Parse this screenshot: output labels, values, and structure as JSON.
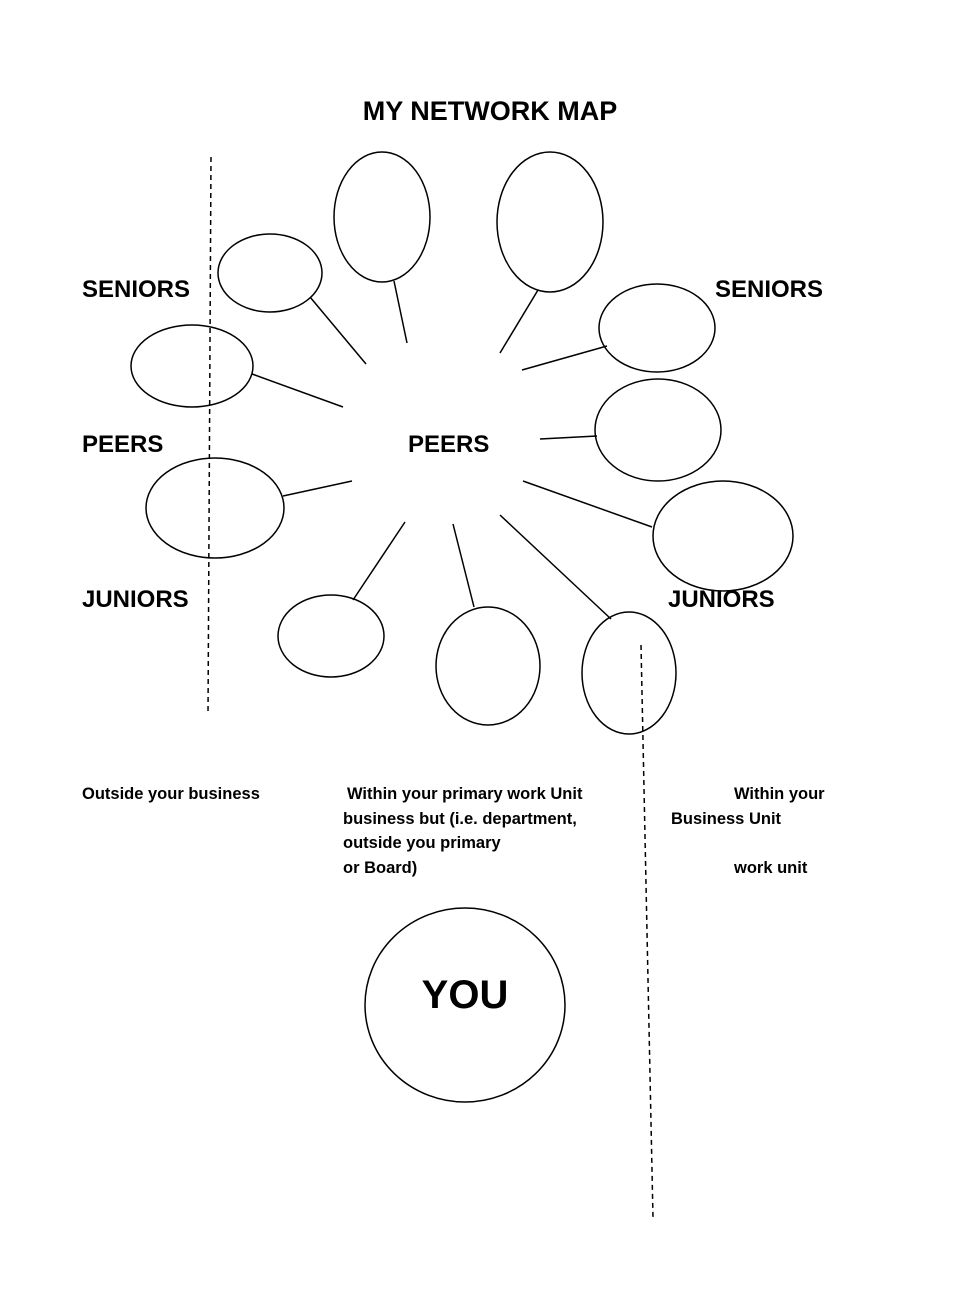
{
  "title": "MY NETWORK MAP",
  "rows": {
    "seniors_left": "SENIORS",
    "seniors_right": "SENIORS",
    "peers_left": "PEERS",
    "peers_center": "PEERS",
    "juniors_left": "JUNIORS",
    "juniors_right": "JUNIORS"
  },
  "columns": {
    "outside": "Outside your  business",
    "within_business": [
      "Within your primary work Unit",
      "business but (i.e. department,",
      "outside you primary",
      "or Board)"
    ],
    "within_unit": [
      "Within your",
      "Business Unit",
      "work unit"
    ]
  },
  "center": "YOU"
}
